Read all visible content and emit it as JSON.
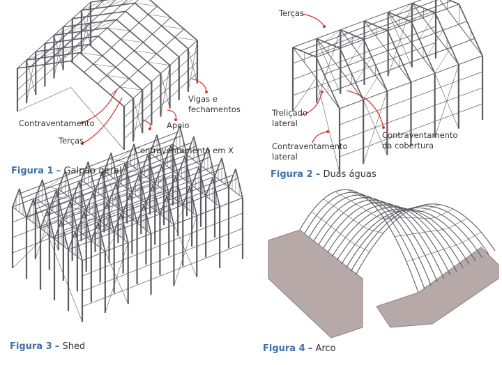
{
  "figures": [
    {
      "number": "Figura 1",
      "dash": "–",
      "title": "Galpão geral",
      "labels": {
        "contraventamento": "Contraventamento",
        "tercas": "Terças",
        "apoio": "Apoio",
        "vigas1": "Vigas e",
        "vigas2": "fechamentos",
        "contra_x": "Contraventamento em X"
      }
    },
    {
      "number": "Figura 2",
      "dash": "–",
      "title": "Duas águas",
      "labels": {
        "tercas": "Terças",
        "trelicado1": "Treliçado",
        "trelicado2": "lateral",
        "contra_lat1": "Contraventamento",
        "contra_lat2": "lateral",
        "contra_cob1": "Contraventamento",
        "contra_cob2": "da cobertura"
      }
    },
    {
      "number": "Figura 3",
      "dash": "–",
      "title": "Shed"
    },
    {
      "number": "Figura 4",
      "dash": "–",
      "title": "Arco"
    }
  ],
  "colors": {
    "caption_accent": "#3f6fa6",
    "arrow": "#d9352a",
    "steel": "#5a5a62",
    "base_block": "#b8a9a9"
  }
}
